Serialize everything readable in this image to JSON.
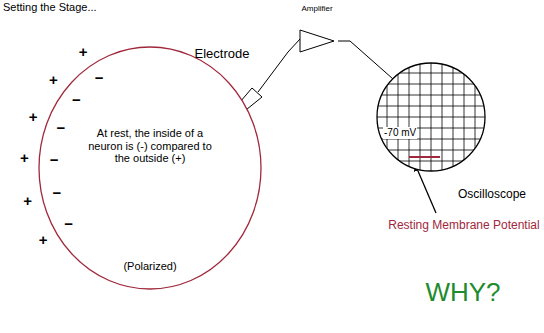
{
  "diagram": {
    "title": "Setting the Stage...",
    "nodes": [
      {
        "text": [
          "At rest, the inside of a neuron is (-) compared to the outside (+)",
          "(Polarized)"
        ]
      },
      {
        "text": [
          "Amplifier"
        ]
      },
      {
        "text": [
          "-70 mV",
          "Oscilloscope"
        ]
      }
    ],
    "edges": [
      {
        "from": 1,
        "to": 2,
        "arrow": "none"
      }
    ],
    "labels": [
      "Electrode",
      "Resting Membrane Potential",
      "WHY?",
      "+",
      "+",
      "+",
      "+",
      "+",
      "+",
      "−",
      "−",
      "−",
      "−",
      "−",
      "−"
    ]
  }
}
